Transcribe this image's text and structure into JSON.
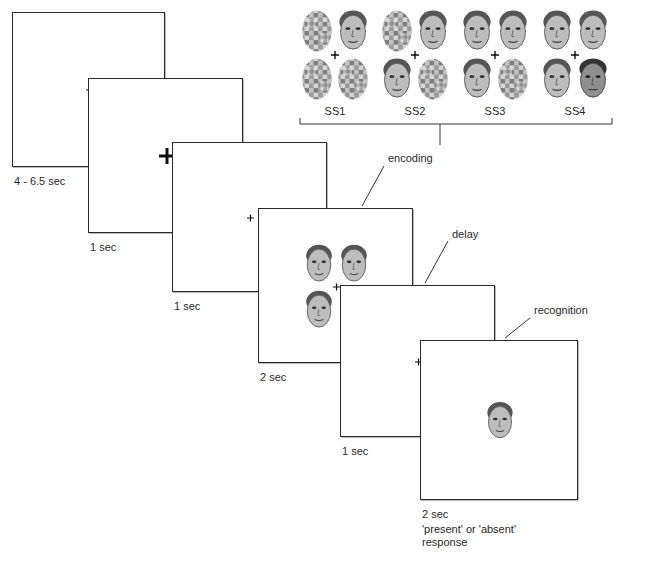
{
  "diagram": {
    "nodes": [
      {
        "text": [
          "4 - 6.5 sec"
        ]
      },
      {
        "text": [
          "1 sec"
        ]
      },
      {
        "text": [
          "1 sec"
        ]
      },
      {
        "text": [
          "2 sec"
        ]
      },
      {
        "text": [
          "1 sec"
        ]
      },
      {
        "text": [
          "2 sec",
          "'present' or 'absent' response"
        ]
      }
    ],
    "labels": [
      "SS1",
      "SS2",
      "SS3",
      "SS4",
      "encoding",
      "delay",
      "recognition"
    ]
  }
}
